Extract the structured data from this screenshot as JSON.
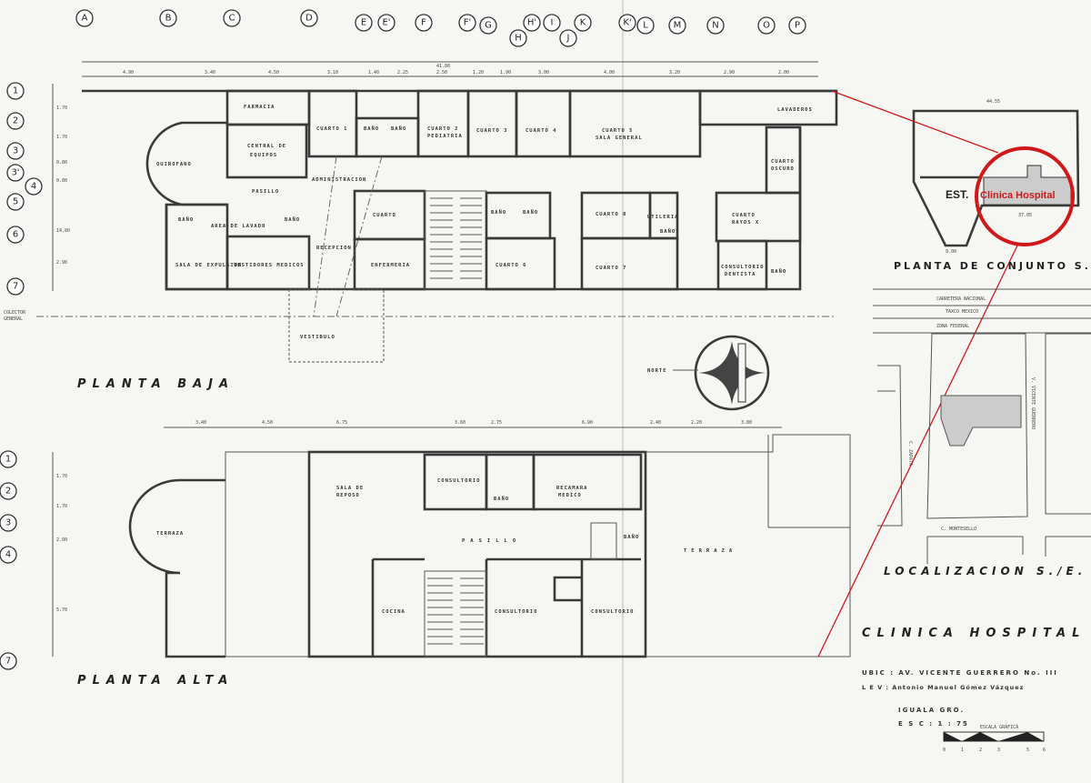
{
  "colors": {
    "ink": "#3a3a3a",
    "paper": "#f6f6f3",
    "highlight": "#d01818"
  },
  "grid_columns": [
    "A",
    "B",
    "C",
    "D",
    "E",
    "E'",
    "F",
    "F'",
    "G",
    "H",
    "H'",
    "I",
    "J",
    "K",
    "K'",
    "L",
    "M",
    "N",
    "O",
    "P"
  ],
  "grid_rows_upper": [
    "1",
    "2",
    "3",
    "3'",
    "4",
    "5",
    "6",
    "7"
  ],
  "grid_rows_lower": [
    "1",
    "2",
    "3",
    "4",
    "7"
  ],
  "planta_baja": {
    "title": "PLANTA BAJA",
    "total_dimension": "41.80",
    "dimensions": [
      "4.90",
      "3.40",
      "4.50",
      "3.10",
      "1.40",
      "2.25",
      "2.50",
      "1.20",
      "1.90",
      "3.00",
      "4.00",
      "3.20",
      "2.90",
      "2.00"
    ],
    "side_dimensions": [
      "1.70",
      "1.70",
      "0.80",
      "0.80",
      "14.80",
      "2.90"
    ],
    "rooms": {
      "farmacia": "FARMACIA",
      "central": "CENTRAL DE",
      "equipos": "EQUIPOS",
      "quirofano": "QUIROFANO",
      "cuarto1": "CUARTO 1",
      "bano": "BAÑO",
      "cuarto2": "CUARTO 2",
      "pediatria": "PEDIATRIA",
      "cuarto3": "CUARTO 3",
      "cuarto4": "CUARTO 4",
      "cuarto5": "CUARTO 5",
      "sala_general": "SALA GENERAL",
      "lavaderos": "LAVADEROS",
      "cuarto_oscuro_1": "CUARTO",
      "cuarto_oscuro_2": "OSCURO",
      "rayos_1": "CUARTO",
      "rayos_2": "RAYOS X",
      "dentista_1": "CONSULTORIO",
      "dentista_2": "DENTISTA",
      "administracion": "ADMINISTRACION",
      "pasillo": "PASILLO",
      "area_lavado": "AREA DE LAVADO",
      "sala_expulsion": "SALA DE EXPULSION",
      "vestidores": "VESTIDORES MEDICOS",
      "recepcion": "RECEPCION",
      "cuarto": "CUARTO",
      "enfermeria": "ENFERMERIA",
      "cuarto6": "CUARTO 6",
      "cuarto7": "CUARTO 7",
      "cuarto8": "CUARTO 8",
      "utileria": "UTILERIA",
      "vestibulo": "VESTIBULO",
      "colector_1": "COLECTOR",
      "colector_2": "GENERAL"
    },
    "north_label": "NORTE"
  },
  "planta_alta": {
    "title": "PLANTA ALTA",
    "dimensions": [
      "3.40",
      "4.50",
      "6.75",
      "3.60",
      "2.75",
      "6.90",
      "2.40",
      "2.20",
      "3.80"
    ],
    "side_dimensions": [
      "1.70",
      "1.70",
      "2.00",
      "5.70"
    ],
    "rooms": {
      "terraza": "TERRAZA",
      "sala_1": "SALA DE",
      "sala_2": "REPOSO",
      "consultorio": "CONSULTORIO",
      "bano": "BAÑO",
      "recamara_1": "RECAMARA",
      "recamara_2": "MEDICO",
      "pasillo": "PASILLO",
      "cocina": "COCINA",
      "terraza_right": "TERRAZA"
    }
  },
  "conjunto": {
    "title": "PLANTA DE CONJUNTO S.E.",
    "est": "EST.",
    "highlight_label": "Clinica Hospital",
    "dim_top": "44.55",
    "dim_bottom": "37.05",
    "dim_base": "9.00"
  },
  "localizacion": {
    "title": "LOCALIZACION S./E.",
    "carretera": "CARRETERA NACIONAL",
    "taxco": "TAXCO MEXICO",
    "zona": "ZONA FEDERAL",
    "guerrero": "V. VICENTE GUERRERO",
    "zapata": "C. ZAPATA",
    "montesello": "C. MONTESELLO"
  },
  "title_block": {
    "title": "CLINICA HOSPITAL",
    "ubic": "UBIC : AV. VICENTE GUERRERO No. III",
    "lev": "L E V :  Antonio  Manuel  Gómez  Vázquez",
    "city": "IGUALA GRO.",
    "scale": "E S C :   1 : 75",
    "scale_caption": "ESCALA GRAFICA",
    "scale_ticks": [
      "0",
      "1",
      "2",
      "3",
      "5",
      "6"
    ]
  }
}
